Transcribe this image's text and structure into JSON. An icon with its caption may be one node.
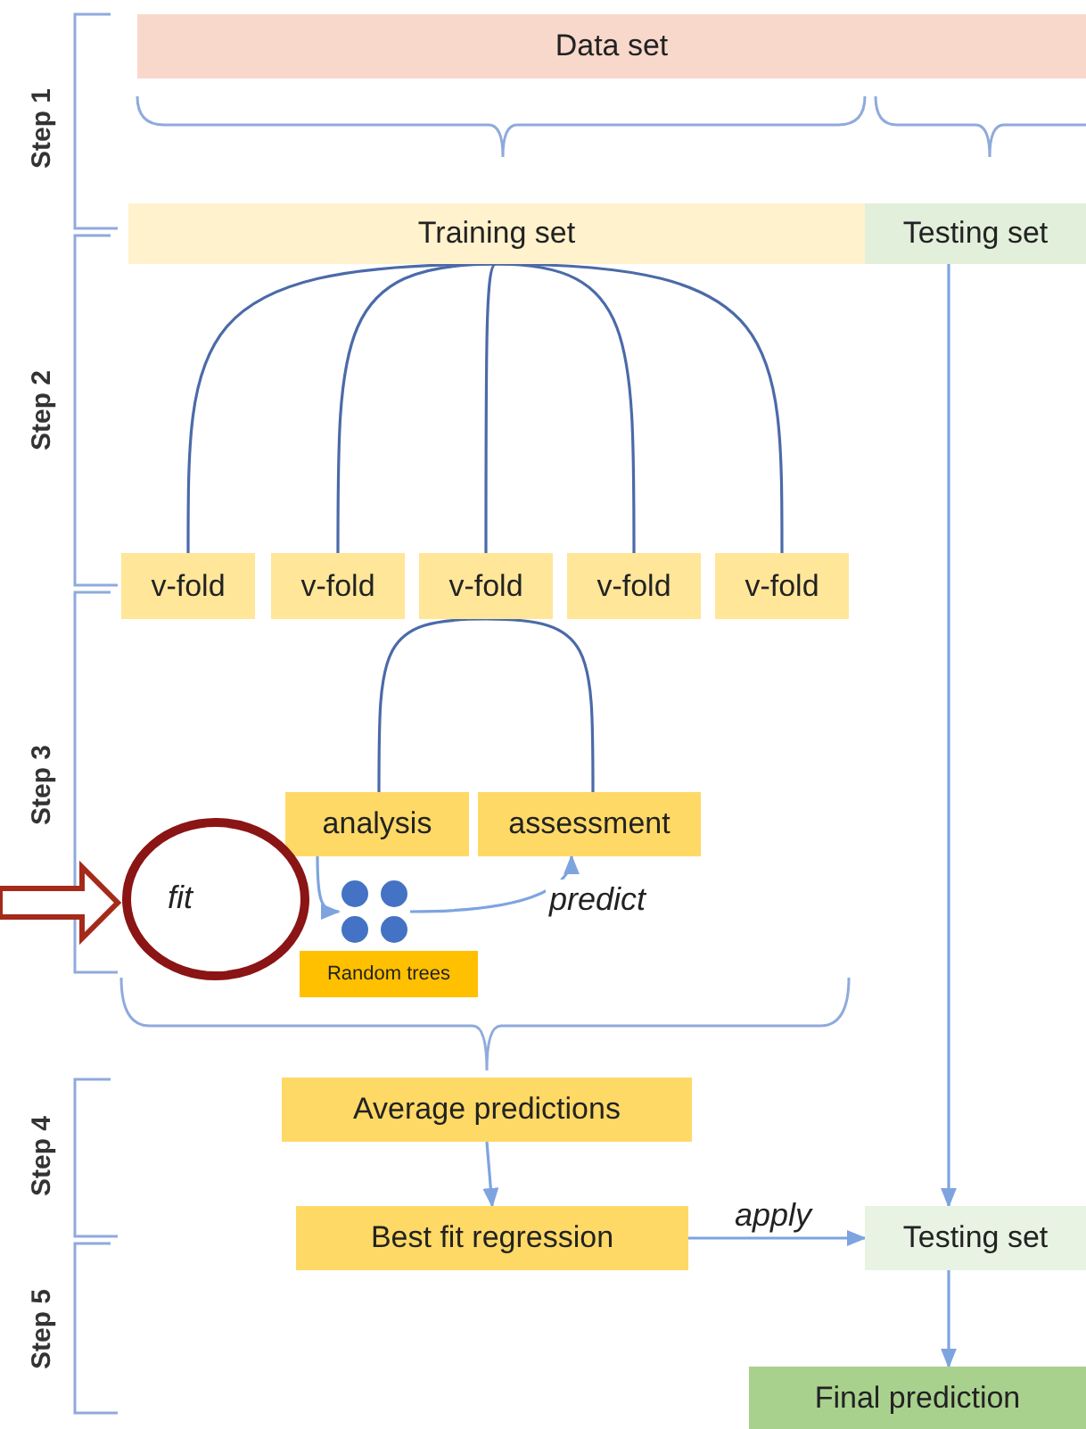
{
  "diagram": {
    "nodes": [
      {
        "text": [
          "Data set"
        ]
      },
      {
        "text": [
          "Training set"
        ]
      },
      {
        "text": [
          "Testing set"
        ]
      },
      {
        "text": [
          "v-fold"
        ]
      },
      {
        "text": [
          "v-fold"
        ]
      },
      {
        "text": [
          "v-fold"
        ]
      },
      {
        "text": [
          "v-fold"
        ]
      },
      {
        "text": [
          "v-fold"
        ]
      },
      {
        "text": [
          "analysis"
        ]
      },
      {
        "text": [
          "assessment"
        ]
      },
      {
        "text": [],
        "shape": "circle"
      },
      {
        "text": [],
        "shape": "circle"
      },
      {
        "text": [
          "Random trees"
        ]
      },
      {
        "text": [
          "Average predictions"
        ]
      },
      {
        "text": [
          "Best fit regression"
        ]
      },
      {
        "text": [
          "Testing set"
        ]
      },
      {
        "text": [
          "Final prediction"
        ]
      }
    ],
    "edges": [
      {
        "from": 1,
        "to": 3,
        "arrow": "none"
      },
      {
        "from": 1,
        "to": 4,
        "arrow": "none"
      },
      {
        "from": 1,
        "to": 5,
        "arrow": "none"
      },
      {
        "from": 1,
        "to": 6,
        "arrow": "none"
      },
      {
        "from": 1,
        "to": 7,
        "arrow": "none"
      },
      {
        "from": 5,
        "to": 8,
        "arrow": "none"
      },
      {
        "from": 5,
        "to": 9,
        "arrow": "none"
      },
      {
        "from": 8,
        "to": 11,
        "arrow": "to",
        "label": "fit",
        "color": "#7ea4e0"
      },
      {
        "from": 11,
        "to": 9,
        "arrow": "to",
        "label": "predict",
        "color": "#7ea4e0"
      },
      {
        "from": 13,
        "to": 14,
        "arrow": "to",
        "color": "#7ea4e0"
      },
      {
        "from": 2,
        "to": 15,
        "arrow": "to",
        "color": "#7ea4e0"
      },
      {
        "from": 14,
        "to": 15,
        "arrow": "to",
        "label": "apply",
        "color": "#7ea4e0"
      },
      {
        "from": 15,
        "to": 16,
        "arrow": "to",
        "color": "#7ea4e0"
      },
      {
        "from": null,
        "to": 10,
        "arrow": "to",
        "style": "thick",
        "color": "#a52a1a"
      }
    ],
    "labels": [
      "Step 1",
      "Step 2",
      "Step 3",
      "Step 4",
      "Step 5"
    ]
  }
}
